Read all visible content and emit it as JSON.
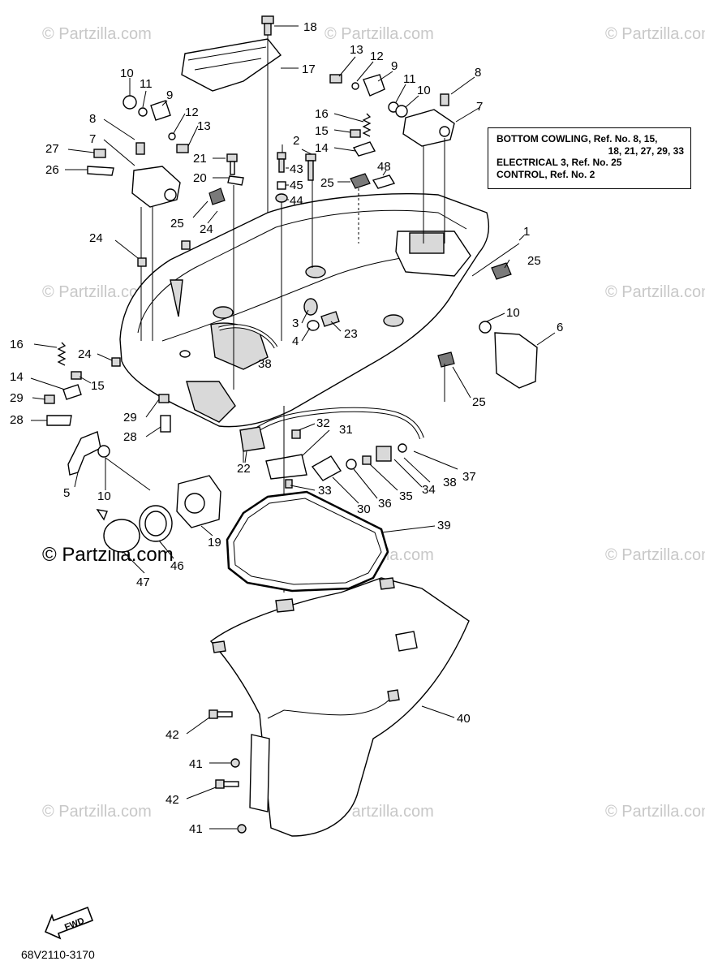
{
  "watermark": "© Partzilla.com",
  "watermark_main": "© Partzilla.com",
  "diagram_code": "68V2110-3170",
  "fwd_label": "FWD",
  "reference_box": {
    "line1": "BOTTOM COWLING, Ref. No. 8, 15,",
    "line2": "18, 21, 27, 29, 33",
    "line3": "ELECTRICAL 3, Ref. No. 25",
    "line4": "CONTROL, Ref. No. 2"
  },
  "callouts": [
    "1",
    "2",
    "3",
    "4",
    "5",
    "6",
    "7",
    "8",
    "9",
    "10",
    "11",
    "12",
    "13",
    "14",
    "15",
    "16",
    "17",
    "18",
    "19",
    "20",
    "21",
    "22",
    "23",
    "24",
    "25",
    "26",
    "27",
    "28",
    "29",
    "30",
    "31",
    "32",
    "33",
    "34",
    "35",
    "36",
    "37",
    "38",
    "39",
    "40",
    "41",
    "42",
    "43",
    "44",
    "45",
    "46",
    "47",
    "48"
  ]
}
